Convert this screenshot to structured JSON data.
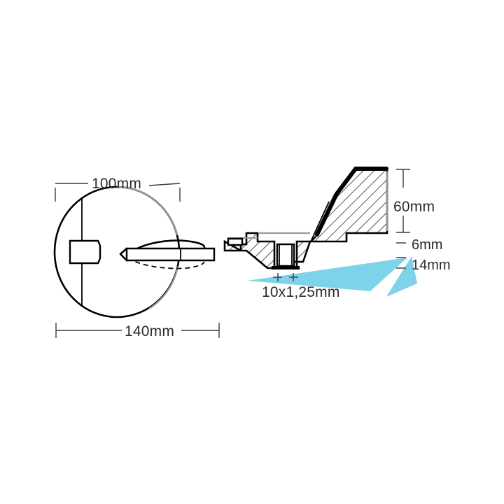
{
  "figure": {
    "type": "technical-drawing",
    "title": "Marine anode / trim tab fin technical drawing",
    "background_color": "#ffffff",
    "line_color": "#000000",
    "dimension_text_color": "#2b2b2b",
    "accent_color": "#7ed2ea"
  },
  "dimensions": {
    "top_width": {
      "label": "100mm",
      "value": 100,
      "unit": "mm",
      "orientation": "horizontal",
      "position": "top-left-view"
    },
    "bottom_width": {
      "label": "140mm",
      "value": 140,
      "unit": "mm",
      "orientation": "horizontal",
      "position": "bottom-left-view"
    },
    "height": {
      "label": "60mm",
      "value": 60,
      "unit": "mm",
      "orientation": "vertical",
      "position": "right-side-view"
    },
    "thickness_small": {
      "label": "6mm",
      "value": 6,
      "unit": "mm",
      "orientation": "vertical",
      "position": "right-side-view"
    },
    "thickness_base": {
      "label": "14mm",
      "value": 14,
      "unit": "mm",
      "orientation": "vertical",
      "position": "right-side-view"
    },
    "thread": {
      "label": "10x1,25mm",
      "diameter": 10,
      "pitch": 1.25,
      "unit": "mm",
      "orientation": "horizontal",
      "position": "below-section-view"
    }
  },
  "views": [
    {
      "name": "front-view",
      "description": "circular disc with keyway slot and blade profile"
    },
    {
      "name": "section-view",
      "description": "hatched cross section of fin with threaded boss"
    }
  ]
}
